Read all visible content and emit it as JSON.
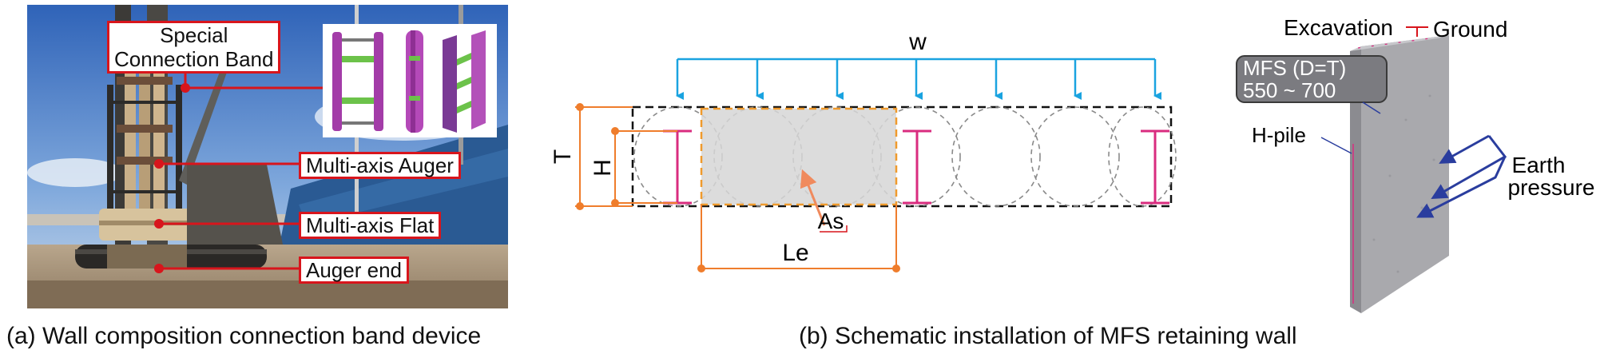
{
  "panel_a": {
    "caption": "(a) Wall composition connection band device",
    "callouts": {
      "special_line1": "Special",
      "special_line2": "Connection Band",
      "multi_axis_auger": "Multi-axis Auger",
      "multi_axis_flat": "Multi-axis Flat",
      "auger_end": "Auger end"
    }
  },
  "panel_b": {
    "caption": "(b) Schematic installation of MFS retaining wall",
    "labels": {
      "w": "w",
      "t": "T",
      "h": "H",
      "as": "As",
      "le": "Le"
    },
    "iso": {
      "excavation": "Excavation",
      "ground": "Ground",
      "mfs_line1": "MFS (D=T)",
      "mfs_line2": "550 ~ 700",
      "h_pile": "H-pile",
      "earth": "Earth",
      "pressure": "pressure"
    }
  },
  "colors": {
    "callout_red": "#d8151c",
    "load_blue": "#1aa3e0",
    "dim_orange": "#ef7d2c",
    "pile_magenta": "#d92c7f",
    "pressure_navy": "#2a3d9e",
    "wall_gray": "#a9a9ad"
  }
}
